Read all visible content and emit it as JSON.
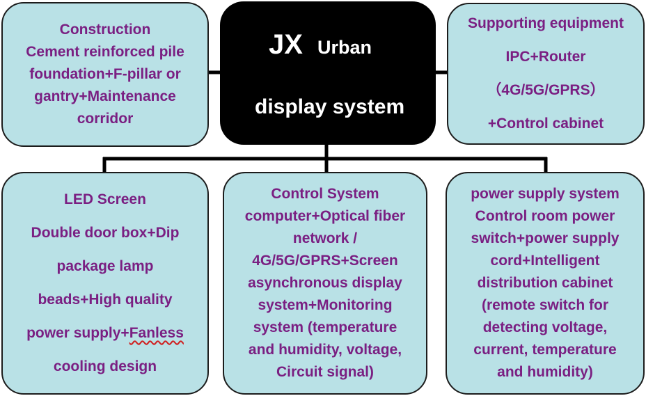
{
  "title": {
    "prefix": "JX",
    "word": "Urban",
    "subtitle": "display system"
  },
  "boxes": {
    "construction": {
      "lines": [
        "Construction",
        "Cement reinforced pile",
        "foundation+F-pillar or",
        "gantry+Maintenance",
        "corridor"
      ]
    },
    "supporting": {
      "lines": [
        "Supporting equipment",
        "IPC+Router",
        "（4G/5G/GPRS）",
        "+Control cabinet"
      ]
    },
    "led": {
      "lines": [
        "LED Screen",
        "Double door box+Dip",
        "package lamp",
        "beads+High quality"
      ],
      "last_prefix": "power supply+",
      "last_flagged": "Fanless",
      "final": "cooling design"
    },
    "control": {
      "lines": [
        "Control System",
        "computer+Optical fiber",
        "network /",
        "4G/5G/GPRS+Screen",
        "asynchronous display",
        "system+Monitoring",
        "system (temperature",
        "and humidity, voltage,",
        "Circuit signal)"
      ]
    },
    "power": {
      "lines": [
        "power supply system",
        "Control room power",
        "switch+power supply",
        "cord+Intelligent",
        "distribution cabinet",
        "(remote switch for",
        "detecting voltage,",
        "current, temperature",
        "and humidity)"
      ]
    }
  },
  "colors": {
    "box_fill": "#b9e1e6",
    "box_text": "#7a1f82",
    "center_fill": "#000000",
    "center_text": "#ffffff",
    "lines": "#000000"
  }
}
